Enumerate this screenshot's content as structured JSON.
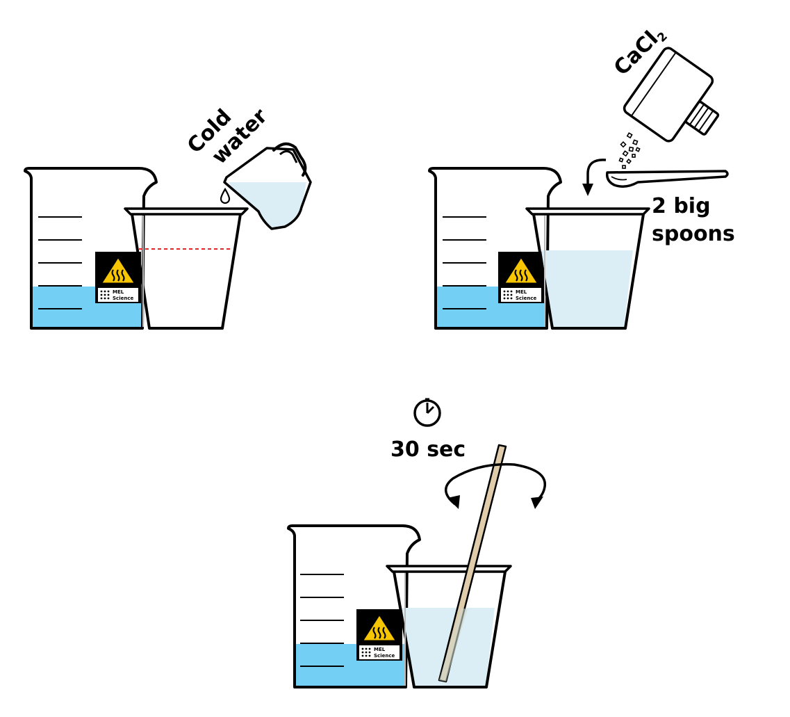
{
  "steps": [
    {
      "label_line1": "Cold",
      "label_line2": "water"
    },
    {
      "reagent": "CaCl",
      "reagent_subscript": "2",
      "amount_line1": "2 big",
      "amount_line2": "spoons"
    },
    {
      "timer": "30 sec"
    }
  ],
  "sticker": {
    "brand_line1": "MEL",
    "brand_line2": "Science"
  },
  "colors": {
    "hot_water": "#73cff4",
    "cold_water": "#dceef5",
    "fill_line": "#e1242a",
    "stick": "#e0ccaa",
    "warning": "#f7c600"
  }
}
